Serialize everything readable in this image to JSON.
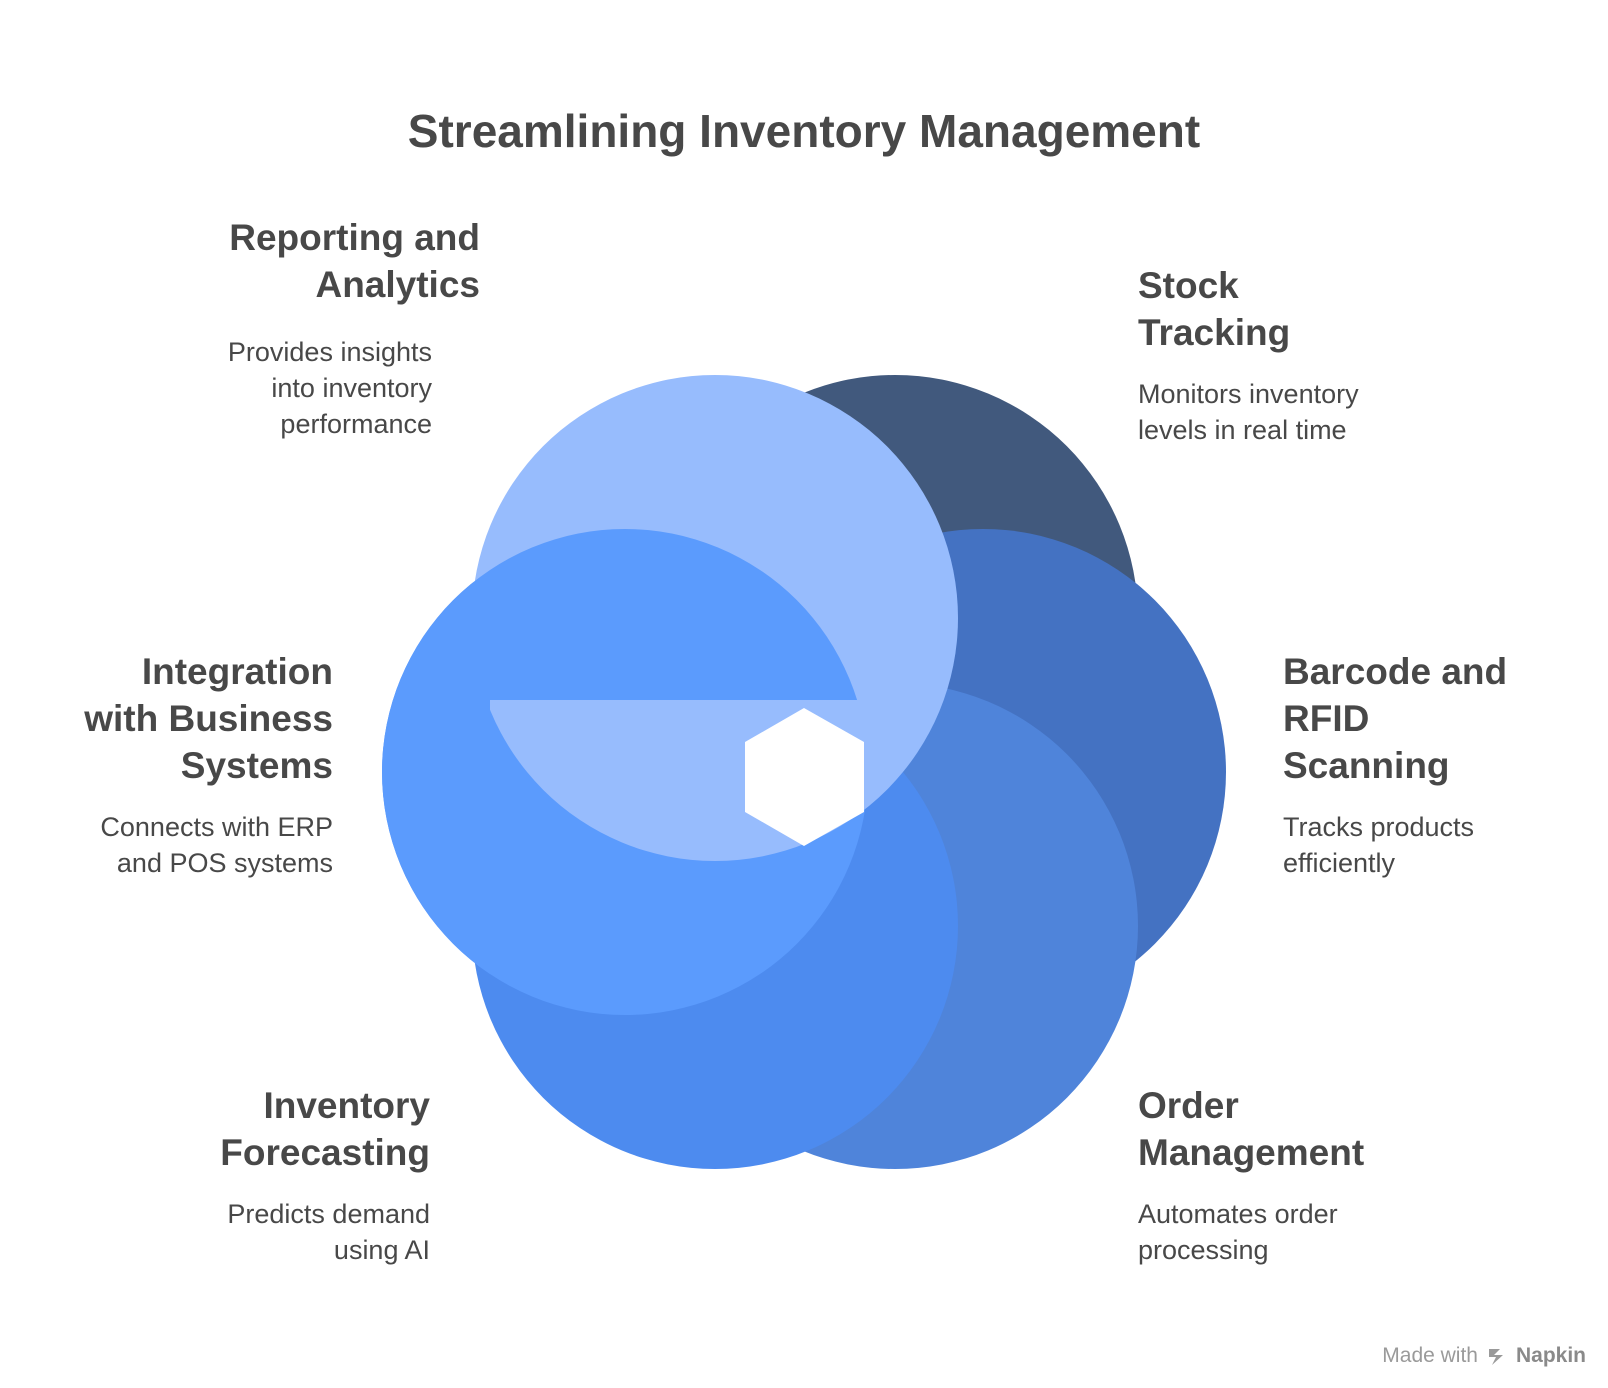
{
  "title": "Streamlining Inventory Management",
  "segments": [
    {
      "id": "reporting",
      "heading": "Reporting and\nAnalytics",
      "description": "Provides insights\ninto inventory\nperformance",
      "color": "#97bcfd"
    },
    {
      "id": "stock",
      "heading": "Stock\nTracking",
      "description": "Monitors inventory\nlevels in real time",
      "color": "#41597d"
    },
    {
      "id": "barcode",
      "heading": "Barcode and\nRFID\nScanning",
      "description": "Tracks products\nefficiently",
      "color": "#4472c2"
    },
    {
      "id": "order",
      "heading": "Order\nManagement",
      "description": "Automates order\nprocessing",
      "color": "#4f84da"
    },
    {
      "id": "forecasting",
      "heading": "Inventory\nForecasting",
      "description": "Predicts demand\nusing AI",
      "color": "#4d8bef"
    },
    {
      "id": "integration",
      "heading": "Integration\nwith Business\nSystems",
      "description": "Connects with ERP\nand POS systems",
      "color": "#5b9bfd"
    }
  ],
  "footer": {
    "made_with": "Made with",
    "brand": "Napkin",
    "icon": "napkin-logo-icon"
  }
}
